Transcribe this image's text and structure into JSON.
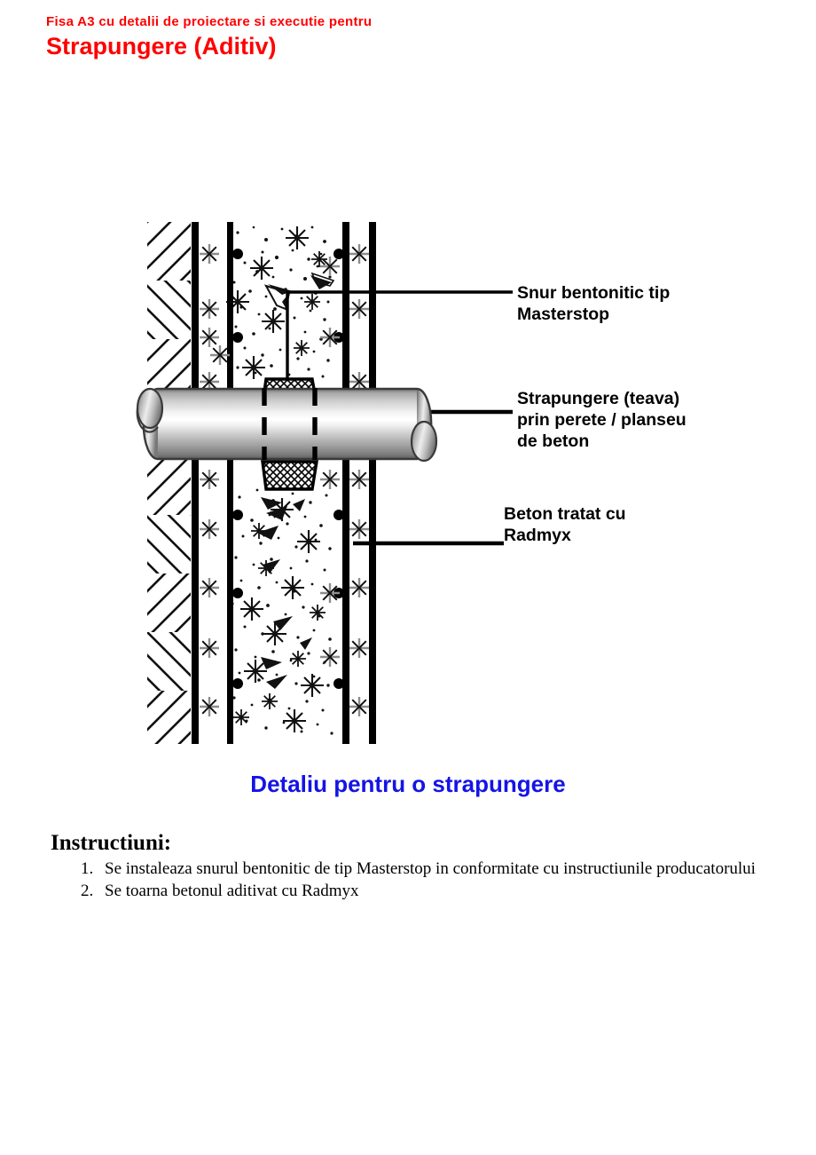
{
  "header": {
    "subtitle": "Fisa A3 cu detalii de proiectare si executie pentru",
    "title": "Strapungere (Aditiv)",
    "color": "#FF0000"
  },
  "figure": {
    "name": "cross-section-detail-drawing",
    "callouts": [
      {
        "id": "callout-1",
        "text": "Snur bentonitic tip\nMasterstop"
      },
      {
        "id": "callout-2",
        "text": "Strapungere (teava)\nprin perete / planseu\nde beton"
      },
      {
        "id": "callout-3",
        "text": "Beton tratat cu\nRadmyx"
      }
    ],
    "elements": {
      "earth_hatch": "soil-hatching",
      "concrete_stipple": "treated-concrete-fill",
      "rebar_lines": "reinforcement-bars",
      "pipe": "steel-pipe-penetration",
      "bentonite_seal": "bentonite-waterstop-cord",
      "wall_thickness_dashes": "hidden-edge-dashed-lines"
    }
  },
  "caption": {
    "text": "Detaliu pentru o strapungere",
    "color": "#1414E6"
  },
  "instructions": {
    "heading": "Instructiuni:",
    "steps": [
      "Se instaleaza snurul bentonitic de tip Masterstop in conformitate cu instructiunile producatorului",
      "Se toarna betonul aditivat cu Radmyx"
    ]
  }
}
